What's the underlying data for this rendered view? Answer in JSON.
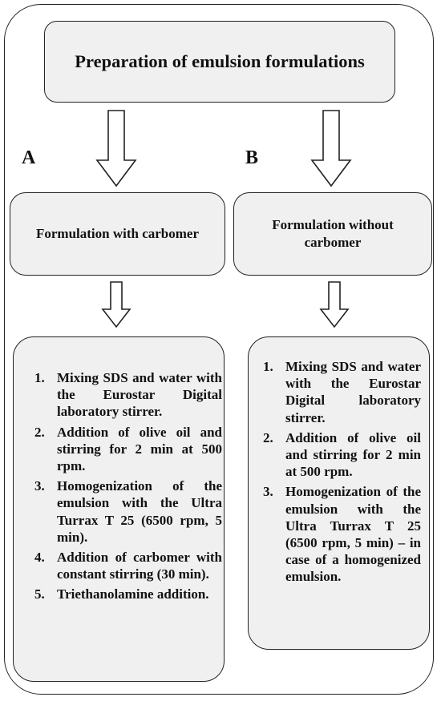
{
  "title": "Preparation of emulsion formulations",
  "branches": [
    {
      "label": "A",
      "heading": "Formulation with carbomer",
      "steps": [
        {
          "num": "1.",
          "text": "Mixing SDS and water with the Eurostar Digital laboratory stirrer."
        },
        {
          "num": "2.",
          "text": "Addition of olive oil and stirring for 2 min at 500 rpm."
        },
        {
          "num": "3.",
          "text": "Homogenization of the emulsion with the Ultra Turrax T 25 (6500 rpm, 5 min)."
        },
        {
          "num": "4.",
          "text": "Addition of carbomer with constant stirring (30 min)."
        },
        {
          "num": "5.",
          "text": "Triethanolamine addition."
        }
      ]
    },
    {
      "label": "B",
      "heading": "Formulation without carbomer",
      "steps": [
        {
          "num": "1.",
          "text": "Mixing SDS and water with the Eurostar Digital laboratory stirrer."
        },
        {
          "num": "2.",
          "text": "Addition of olive oil and stirring for 2 min at 500 rpm."
        },
        {
          "num": "3.",
          "text": "Homogenization of the emulsion with the Ultra Turrax T 25 (6500 rpm, 5 min) – in case of a homogenized emulsion."
        }
      ]
    }
  ]
}
